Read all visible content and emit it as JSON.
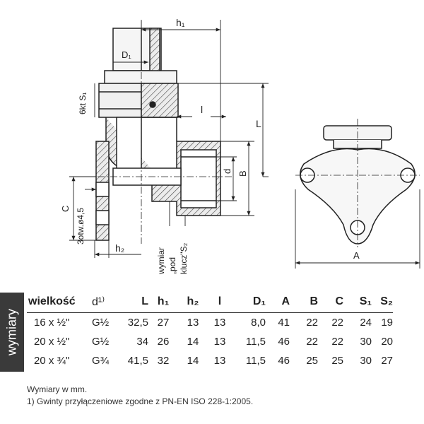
{
  "drawing": {
    "labels": {
      "h1": "h₁",
      "D1": "D₁",
      "hex": "6kt S₁",
      "l": "l",
      "L": "L",
      "d": "d",
      "B": "B",
      "C": "C",
      "holes": "3otw.ø4,5",
      "h2": "h₂",
      "wymiar": "wymiar",
      "pod": "„pod",
      "klucz": "klucz\"S₂",
      "A": "A"
    }
  },
  "side_tab": "wymiary",
  "table": {
    "headers": [
      "wielkość",
      "d¹⁾",
      "L",
      "h₁",
      "h₂",
      "l",
      "D₁",
      "A",
      "B",
      "C",
      "S₁",
      "S₂"
    ],
    "rows": [
      [
        "16 x ½\"",
        "G½",
        "32,5",
        "27",
        "13",
        "13",
        "8,0",
        "41",
        "22",
        "22",
        "24",
        "19"
      ],
      [
        "20 x ½\"",
        "G½",
        "34",
        "26",
        "14",
        "13",
        "11,5",
        "46",
        "22",
        "22",
        "30",
        "20"
      ],
      [
        "20 x ¾\"",
        "G¾",
        "41,5",
        "32",
        "14",
        "13",
        "11,5",
        "46",
        "25",
        "25",
        "30",
        "27"
      ]
    ]
  },
  "notes": {
    "line1": "Wymiary w mm.",
    "line2": "1) Gwinty przyłączeniowe zgodne z PN-EN ISO 228-1:2005."
  }
}
